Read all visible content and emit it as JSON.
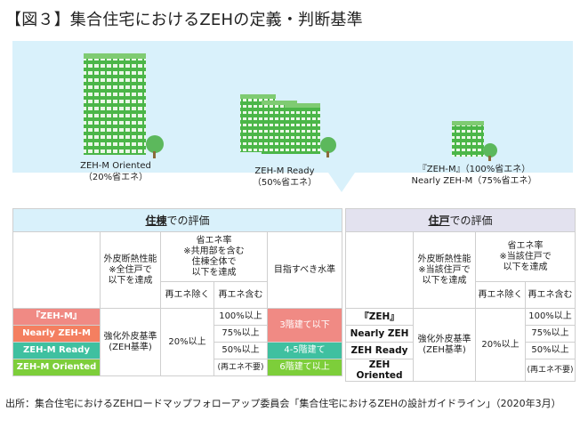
{
  "title": "【図３】集合住宅におけるZEHの定義・判断基準",
  "buildings": {
    "oriented": {
      "line1": "ZEH-M Oriented",
      "line2": "（20%省エネ）"
    },
    "ready": {
      "line1": "ZEH-M Ready",
      "line2": "（50%省エネ）"
    },
    "zehm": {
      "line1": "『ZEH-M』（100%省エネ）",
      "line2": "Nearly ZEH-M（75%省エネ）"
    }
  },
  "table_left": {
    "header_strong": "住棟",
    "header_rest": "での評価",
    "col_envelope": [
      "外皮断熱性能",
      "※全住戸で",
      "以下を達成"
    ],
    "col_energy": [
      "省エネ率",
      "※共用部を含む",
      "住棟全体で",
      "以下を達成"
    ],
    "col_excl": "再エネ除く",
    "col_incl": "再エネ含む",
    "col_target": "目指すべき水準",
    "rows": [
      {
        "label": "『ZEH-M』",
        "incl": "100%以上",
        "target": "3階建て以下"
      },
      {
        "label": "Nearly ZEH-M",
        "incl": "75%以上"
      },
      {
        "label": "ZEH-M Ready",
        "incl": "50%以上",
        "target": "4-5階建て"
      },
      {
        "label": "ZEH-M Oriented",
        "incl": "(再エネ不要)",
        "target": "6階建て以上"
      }
    ],
    "envelope_value": [
      "強化外皮基準",
      "(ZEH基準)"
    ],
    "excl_value": "20%以上"
  },
  "table_right": {
    "header_strong": "住戸",
    "header_rest": "での評価",
    "col_envelope": [
      "外皮断熱性能",
      "※当該住戸で",
      "以下を達成"
    ],
    "col_energy": [
      "省エネ率",
      "※当該住戸で",
      "以下を達成"
    ],
    "col_excl": "再エネ除く",
    "col_incl": "再エネ含む",
    "rows": [
      {
        "label": "『ZEH』",
        "incl": "100%以上"
      },
      {
        "label": "Nearly ZEH",
        "incl": "75%以上"
      },
      {
        "label": "ZEH Ready",
        "incl": "50%以上"
      },
      {
        "label": "ZEH Oriented",
        "incl": "(再エネ不要)"
      }
    ],
    "envelope_value": [
      "強化外皮基準",
      "(ZEH基準)"
    ],
    "excl_value": "20%以上"
  },
  "source": "出所：集合住宅におけるZEHロードマップフォローアップ委員会「集合住宅におけるZEHの設計ガイドライン」（2020年3月）",
  "colors": {
    "banner": "#d9f1fb",
    "building": "#4bb648",
    "tree": "#5cb85c",
    "zeh_m": "#f08a84",
    "nearly": "#f47f60",
    "ready": "#3fc0a0",
    "oriented": "#7dce3a",
    "left_header": "#d9f1fb",
    "right_header": "#e3e2ef"
  }
}
